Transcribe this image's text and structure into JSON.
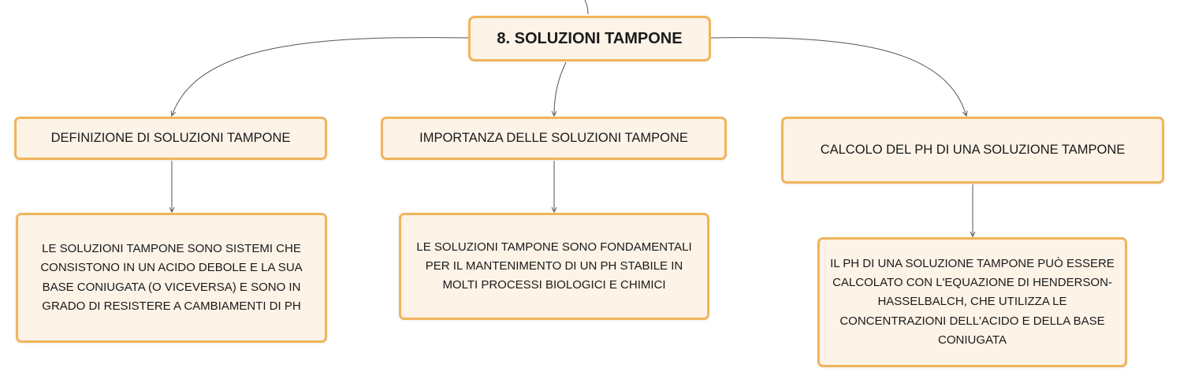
{
  "root": {
    "label": "8. SOLUZIONI TAMPONE"
  },
  "branches": [
    {
      "label": "DEFINIZIONE DI SOLUZIONI TAMPONE",
      "detail": "LE SOLUZIONI TAMPONE SONO SISTEMI CHE CONSISTONO IN UN ACIDO DEBOLE E LA SUA BASE CONIUGATA (O VICEVERSA) E SONO IN GRADO DI RESISTERE A CAMBIAMENTI DI PH"
    },
    {
      "label": "IMPORTANZA DELLE SOLUZIONI TAMPONE",
      "detail": "LE SOLUZIONI TAMPONE SONO FONDAMENTALI PER IL MANTENIMENTO DI UN PH STABILE IN MOLTI PROCESSI BIOLOGICI E CHIMICI"
    },
    {
      "label": "CALCOLO DEL PH DI UNA SOLUZIONE TAMPONE",
      "detail": "IL PH DI UNA SOLUZIONE TAMPONE PUÒ ESSERE CALCOLATO CON L'EQUAZIONE DI HENDERSON-HASSELBALCH, CHE UTILIZZA LE CONCENTRAZIONI DELL'ACIDO E DELLA BASE CONIUGATA"
    }
  ],
  "colors": {
    "node_fill": "#fdf3e7",
    "node_border": "#f1b45c",
    "connector": "#555555",
    "text": "#1a1a1a"
  }
}
